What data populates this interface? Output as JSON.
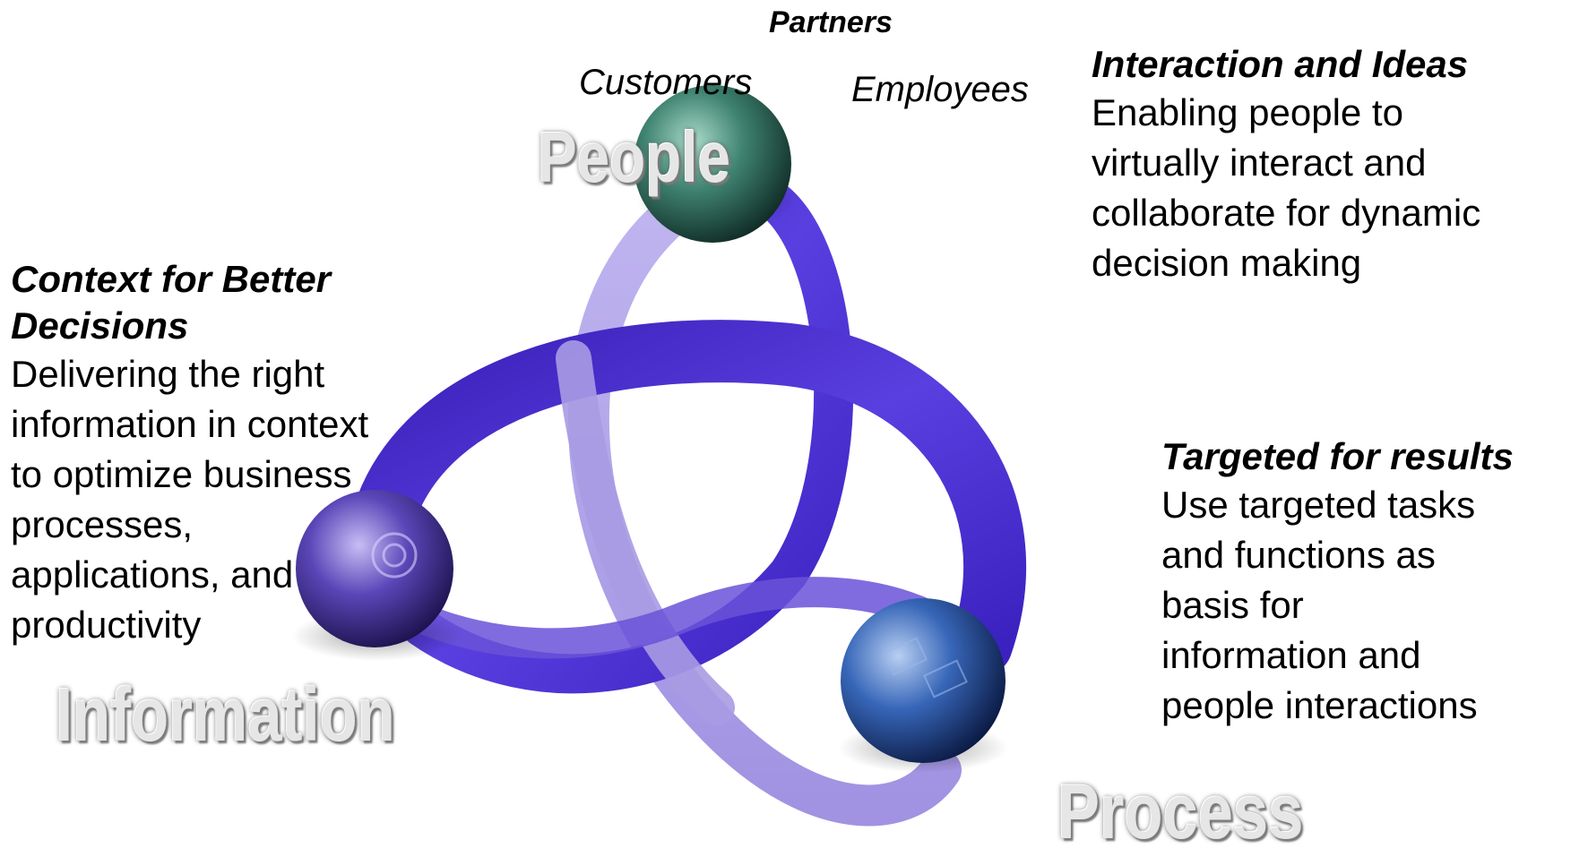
{
  "stakeholders": {
    "partners": "Partners",
    "customers": "Customers",
    "employees": "Employees"
  },
  "nodes": {
    "people": "People",
    "information": "Information",
    "process": "Process"
  },
  "blocks": {
    "interaction": {
      "title": "Interaction and Ideas",
      "lines": [
        "Enabling people to",
        "virtually interact and",
        "collaborate for dynamic",
        "decision making"
      ]
    },
    "context": {
      "title_lines": [
        "Context for Better",
        "Decisions"
      ],
      "lines": [
        "Delivering the right",
        "information in context",
        "to optimize business",
        "processes,",
        "applications, and",
        "productivity"
      ]
    },
    "targeted": {
      "title": "Targeted for results",
      "lines": [
        "Use targeted tasks",
        "and functions as",
        "basis for",
        "information and",
        "people interactions"
      ]
    }
  },
  "colors": {
    "ribbon_dark": "#4a2fd0",
    "ribbon_light": "#a89ae6",
    "people_sphere": "#2e6a5a",
    "information_sphere": "#4b37a8",
    "process_sphere": "#2a5cb0"
  }
}
